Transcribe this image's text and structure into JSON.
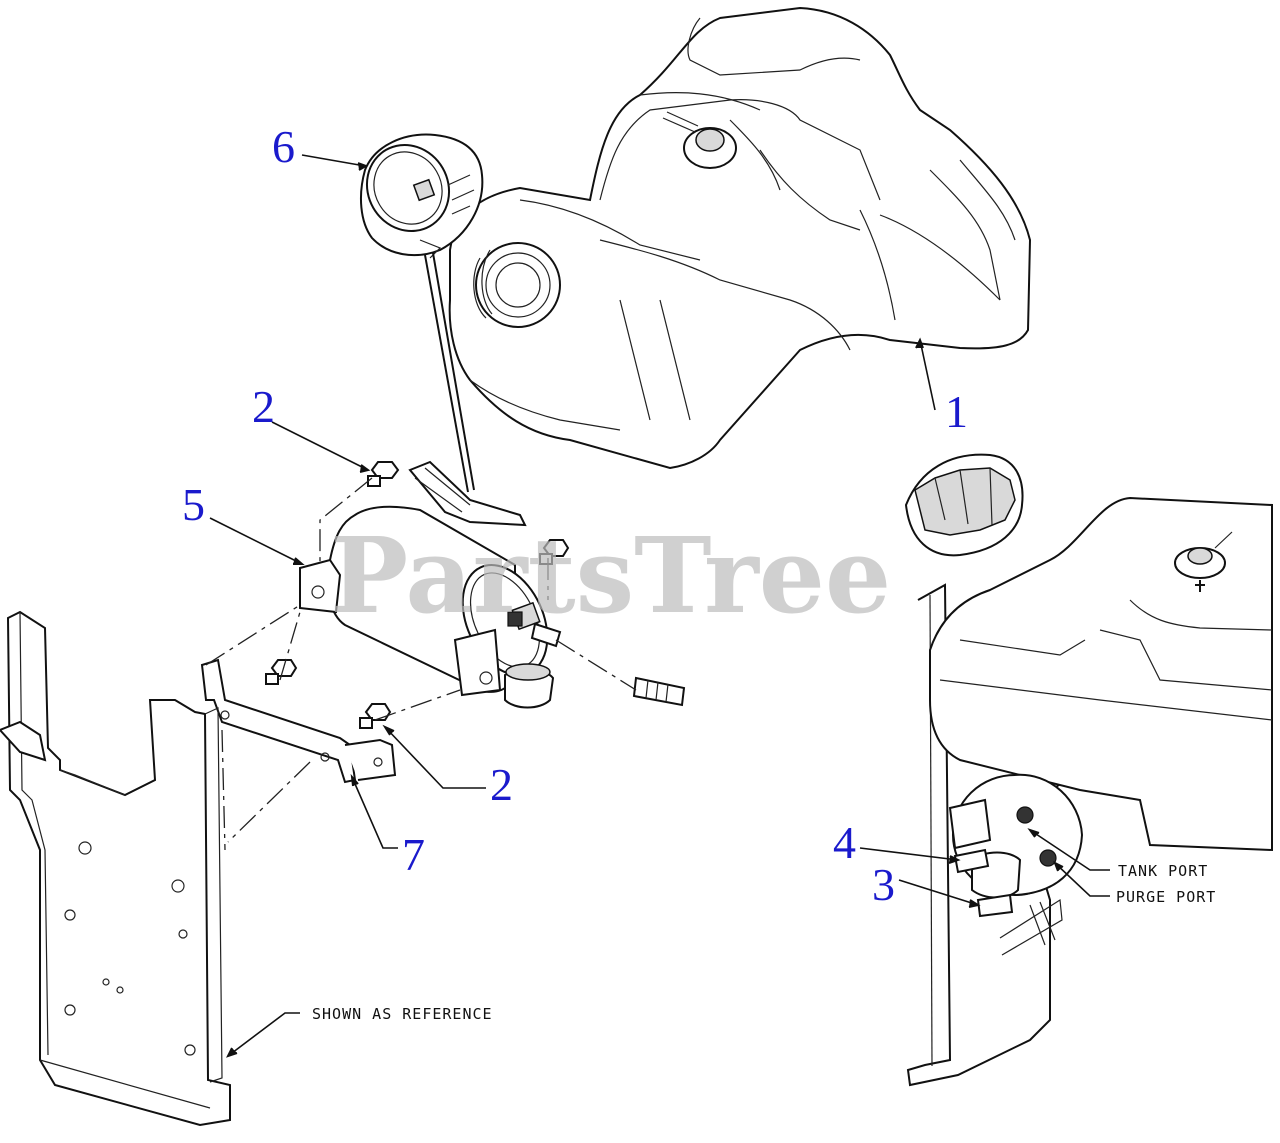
{
  "watermark": "PartsTree",
  "callouts": {
    "fuel_tank": "1",
    "bolt_upper": "2",
    "bolt_lower": "2",
    "fitting": "3",
    "fitting_upper": "4",
    "canister": "5",
    "fuel_cap": "6",
    "bracket": "7"
  },
  "notes": {
    "tank_port": "TANK PORT",
    "purge_port": "PURGE PORT",
    "shown_as_reference": "SHOWN AS REFERENCE"
  }
}
